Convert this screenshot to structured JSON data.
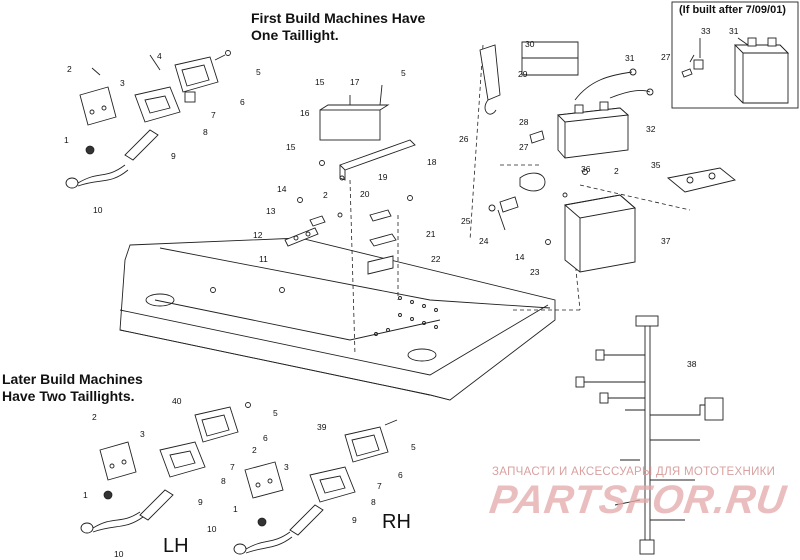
{
  "headings": {
    "first_build": "First Build Machines Have\nOne Taillight.",
    "later_build": "Later Build Machines\nHave Two Taillights.",
    "inset": "(If built after 7/09/01)",
    "lh": "LH",
    "rh": "RH"
  },
  "watermark": {
    "tagline": "ЗАПЧАСТИ И АКСЕССУАРЫ ДЛЯ МОТОТЕХНИКИ",
    "logo": "PARTSFOR.RU"
  },
  "callouts": {
    "upper_left": [
      "2",
      "3",
      "4",
      "5",
      "6",
      "7",
      "8",
      "1",
      "9",
      "10"
    ],
    "middle": [
      "15",
      "17",
      "5",
      "16",
      "15",
      "18",
      "14",
      "2",
      "13",
      "12",
      "11",
      "19",
      "20",
      "21",
      "22"
    ],
    "battery": [
      "30",
      "29",
      "26",
      "31",
      "27",
      "28",
      "32",
      "36",
      "2",
      "35",
      "27",
      "25",
      "24",
      "14",
      "23",
      "37"
    ],
    "inset": [
      "33",
      "31"
    ],
    "lower_lh": [
      "40",
      "2",
      "3",
      "5",
      "6",
      "7",
      "8",
      "1",
      "9",
      "10"
    ],
    "lower_rh": [
      "39",
      "5",
      "2",
      "3",
      "6",
      "7",
      "8",
      "1",
      "9",
      "10"
    ],
    "harness": [
      "38"
    ]
  }
}
